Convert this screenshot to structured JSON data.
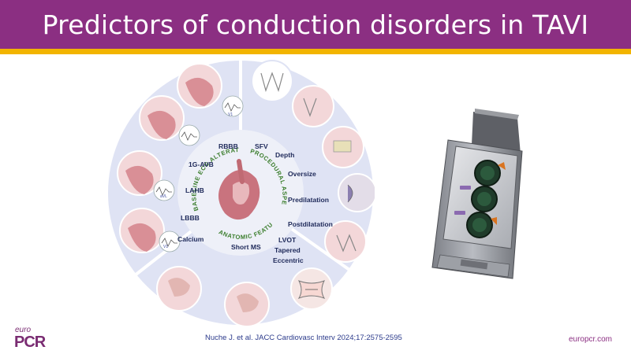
{
  "slide": {
    "title": "Predictors of conduction disorders in TAVI",
    "citation": "Nuche J. et al. JACC Cardiovasc Interv 2024;17:2575-2595",
    "website": "europcr.com",
    "logo": {
      "prefix": "euro",
      "name": "PCR"
    }
  },
  "figure": {
    "sections": {
      "baseline_ecg": "BASELINE ECG ALTERATIONS",
      "procedural": "PROCEDURAL ASPECTS",
      "anatomic": "ANATOMIC FEATURES"
    },
    "baseline_items": [
      "RBBB",
      "1G-AVB",
      "LAHB",
      "LBBB"
    ],
    "procedural_items": [
      "SFV",
      "Depth",
      "Oversize",
      "Predilatation",
      "Postdilatation"
    ],
    "anatomic_items": [
      "Calcium",
      "Short MS",
      "LVOT",
      "Tapered",
      "Eccentric"
    ],
    "ecg_leads": [
      "V1",
      "aVL",
      "V1"
    ]
  },
  "colors": {
    "title_bar": "#8b2f82",
    "accent_bar": "#f2b400",
    "figure_disc": "#dfe3f4",
    "label_text": "#1f2a5a",
    "arc_text": "#3a7d2c"
  },
  "icons": {
    "heart": "heart-illustration",
    "device": "pacemaker-device-illustration"
  }
}
